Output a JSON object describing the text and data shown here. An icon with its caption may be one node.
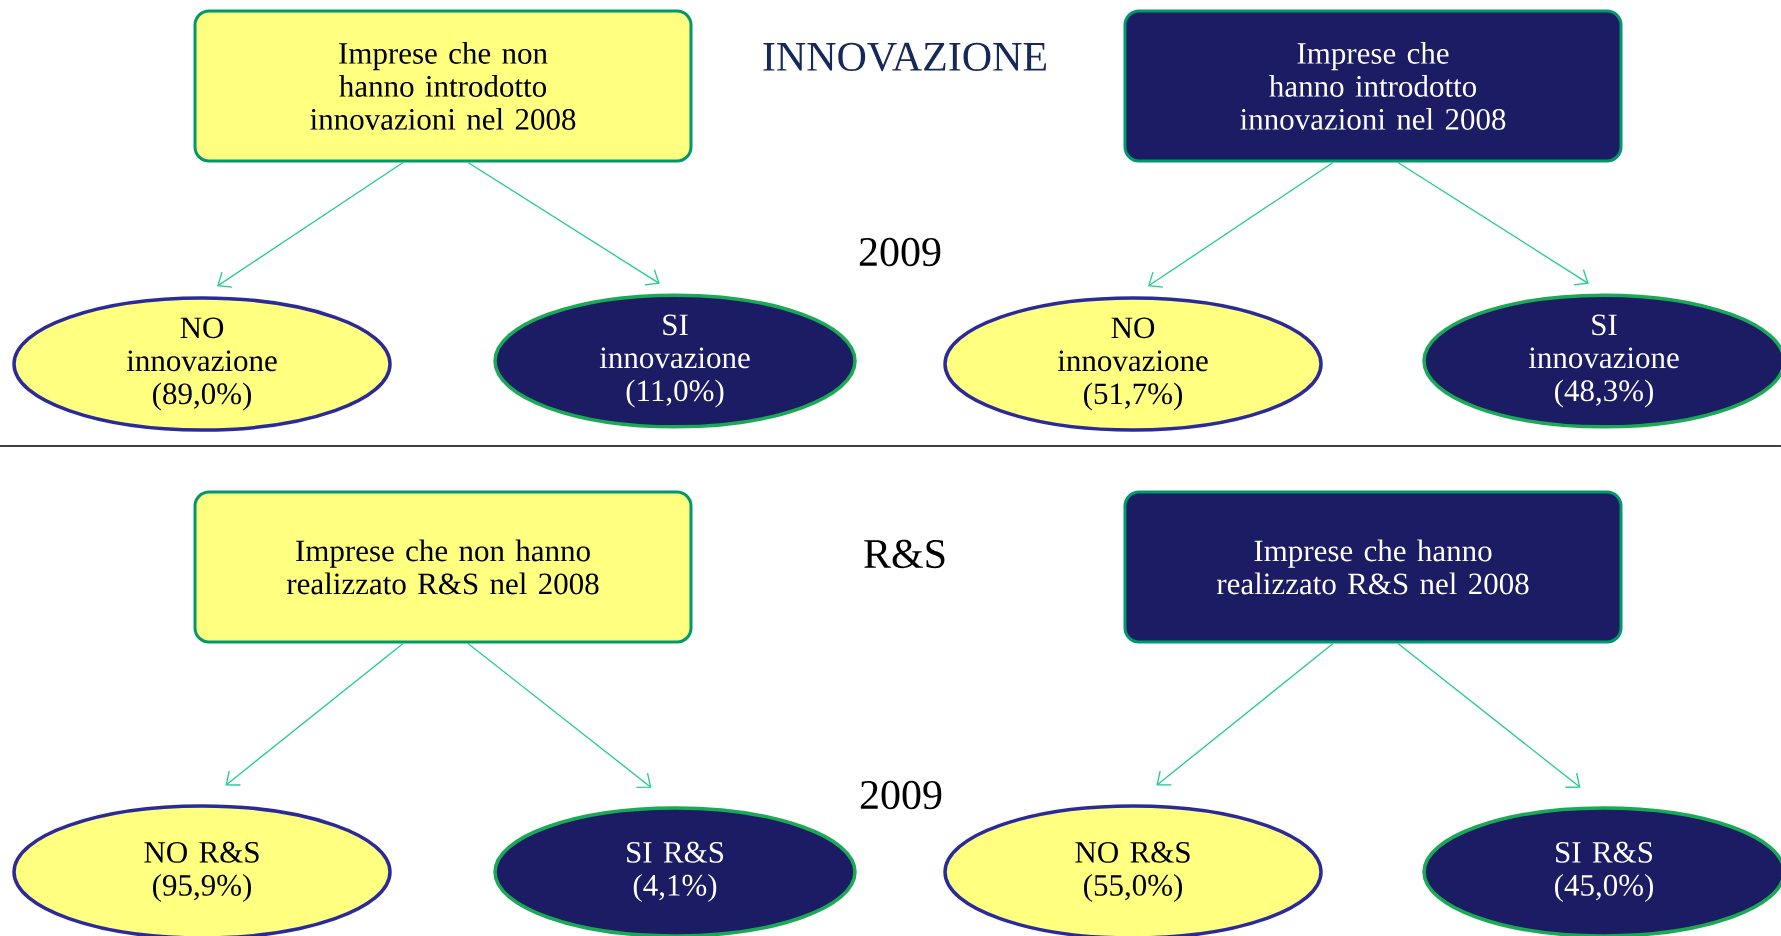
{
  "diagram": {
    "nodes": [
      {
        "text": [
          "Imprese che non hanno introdotto innovazioni nel 2008"
        ]
      },
      {
        "text": [
          "Imprese che hanno introdotto innovazioni nel 2008"
        ]
      },
      {
        "text": [
          "NO innovazione (89,0%)"
        ]
      },
      {
        "text": [
          "SI innovazione (11,0%)"
        ]
      },
      {
        "text": [
          "NO innovazione (51,7%)"
        ]
      },
      {
        "text": [
          "SI innovazione (48,3%)"
        ]
      },
      {
        "text": [
          "Imprese che non hanno realizzato R&S nel 2008"
        ]
      },
      {
        "text": [
          "Imprese che hanno realizzato R&S nel 2008"
        ]
      },
      {
        "text": [
          "NO R&S (95,9%)"
        ]
      },
      {
        "text": [
          "SI R&S (4,1%)"
        ]
      },
      {
        "text": [
          "NO R&S (55,0%)"
        ]
      },
      {
        "text": [
          "SI R&S (45,0%)"
        ]
      }
    ],
    "edges": [
      {
        "from": 0,
        "to": 2,
        "arrow": "to"
      },
      {
        "from": 0,
        "to": 3,
        "arrow": "to"
      },
      {
        "from": 1,
        "to": 4,
        "arrow": "to"
      },
      {
        "from": 1,
        "to": 5,
        "arrow": "to"
      },
      {
        "from": 6,
        "to": 8,
        "arrow": "to"
      },
      {
        "from": 6,
        "to": 9,
        "arrow": "to"
      },
      {
        "from": 7,
        "to": 10,
        "arrow": "to"
      },
      {
        "from": 7,
        "to": 11,
        "arrow": "to"
      }
    ],
    "labels": [
      "INNOVAZIONE",
      "2009",
      "R&S",
      "2009"
    ]
  }
}
